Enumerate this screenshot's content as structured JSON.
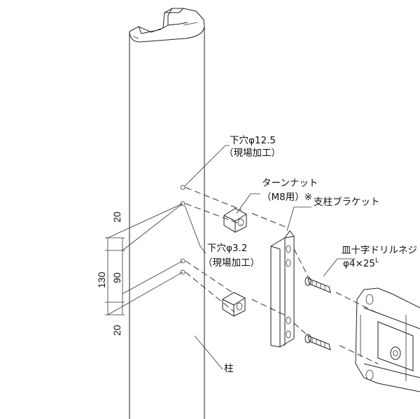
{
  "labels": {
    "hole_large_line1": "下穴φ12.5",
    "hole_large_line2": "（現場加工）",
    "turn_nut_line1": "ターンナット",
    "turn_nut_line2": "（M8用）※",
    "post_bracket": "支柱ブラケット",
    "hole_small_line1": "下穴φ3.2",
    "hole_small_line2": "（現場加工）",
    "screw_line1": "皿十字ドリルネジ",
    "screw_line2": "φ4×25",
    "screw_sup": "L",
    "post": "柱"
  },
  "dimensions": {
    "top": "20",
    "middle": "90",
    "total": "130",
    "bottom": "20"
  }
}
